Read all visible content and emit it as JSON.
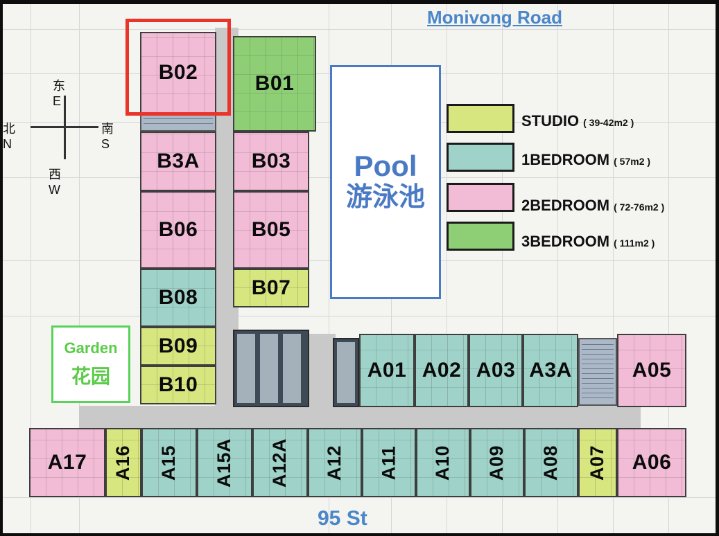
{
  "roads": {
    "north": "Monivong Road",
    "south": "95 St"
  },
  "compass": {
    "east": "东E",
    "west": "西W",
    "north": "北N",
    "south": "南S"
  },
  "pool": {
    "label_en": "Pool",
    "label_zh": "游泳池"
  },
  "garden": {
    "label_en": "Garden",
    "label_zh": "花园"
  },
  "legend": [
    {
      "type": "STUDIO",
      "area": "( 39-42m2 )",
      "color": "#d7e67e"
    },
    {
      "type": "1BEDROOM",
      "area": "( 57m2 )",
      "color": "#9fd3c9"
    },
    {
      "type": "2BEDROOM",
      "area": "( 72-76m2 )",
      "color": "#f2bcd6"
    },
    {
      "type": "3BEDROOM",
      "area": "( 111m2 )",
      "color": "#8ecf76"
    }
  ],
  "highlighted_unit": "B02",
  "units": {
    "B02": "B02",
    "B01": "B01",
    "B3A": "B3A",
    "B03": "B03",
    "B06": "B06",
    "B05": "B05",
    "B08": "B08",
    "B07": "B07",
    "B09": "B09",
    "B10": "B10",
    "A01": "A01",
    "A02": "A02",
    "A03": "A03",
    "A3A": "A3A",
    "A05": "A05",
    "A17": "A17",
    "A16": "A16",
    "A15": "A15",
    "A15A": "A15A",
    "A12A": "A12A",
    "A12": "A12",
    "A11": "A11",
    "A10": "A10",
    "A09": "A09",
    "A08": "A08",
    "A07": "A07",
    "A06": "A06"
  },
  "highlight_color": "#e8342a"
}
